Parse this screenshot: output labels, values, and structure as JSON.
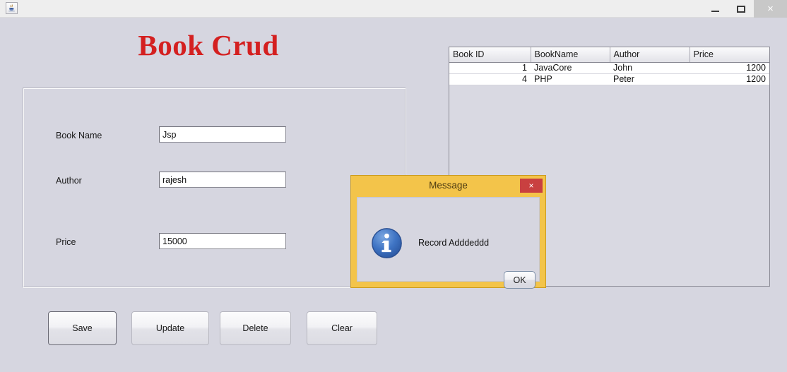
{
  "window": {
    "app_icon": "java-coffee-cup-icon",
    "controls": {
      "minimize": "minimize-icon",
      "maximize": "maximize-icon",
      "close": "×"
    }
  },
  "heading": {
    "title": "Book Crud",
    "color": "#d42020"
  },
  "form": {
    "fields": [
      {
        "label": "Book Name",
        "value": "Jsp"
      },
      {
        "label": "Author",
        "value": "rajesh"
      },
      {
        "label": "Price",
        "value": "15000"
      }
    ]
  },
  "actions": {
    "buttons": [
      {
        "label": "Save"
      },
      {
        "label": "Update"
      },
      {
        "label": "Delete"
      },
      {
        "label": "Clear"
      }
    ]
  },
  "table": {
    "columns": [
      "Book ID",
      "BookName",
      "Author",
      "Price"
    ],
    "rows": [
      {
        "book_id": "1",
        "book_name": "JavaCore",
        "author": "John",
        "price": "1200"
      },
      {
        "book_id": "4",
        "book_name": "PHP",
        "author": "Peter",
        "price": "1200"
      }
    ]
  },
  "dialog": {
    "title": "Message",
    "close_label": "×",
    "icon": "info-icon",
    "message": "Record Adddeddd",
    "ok_label": "OK",
    "border_color": "#f3c44a"
  }
}
